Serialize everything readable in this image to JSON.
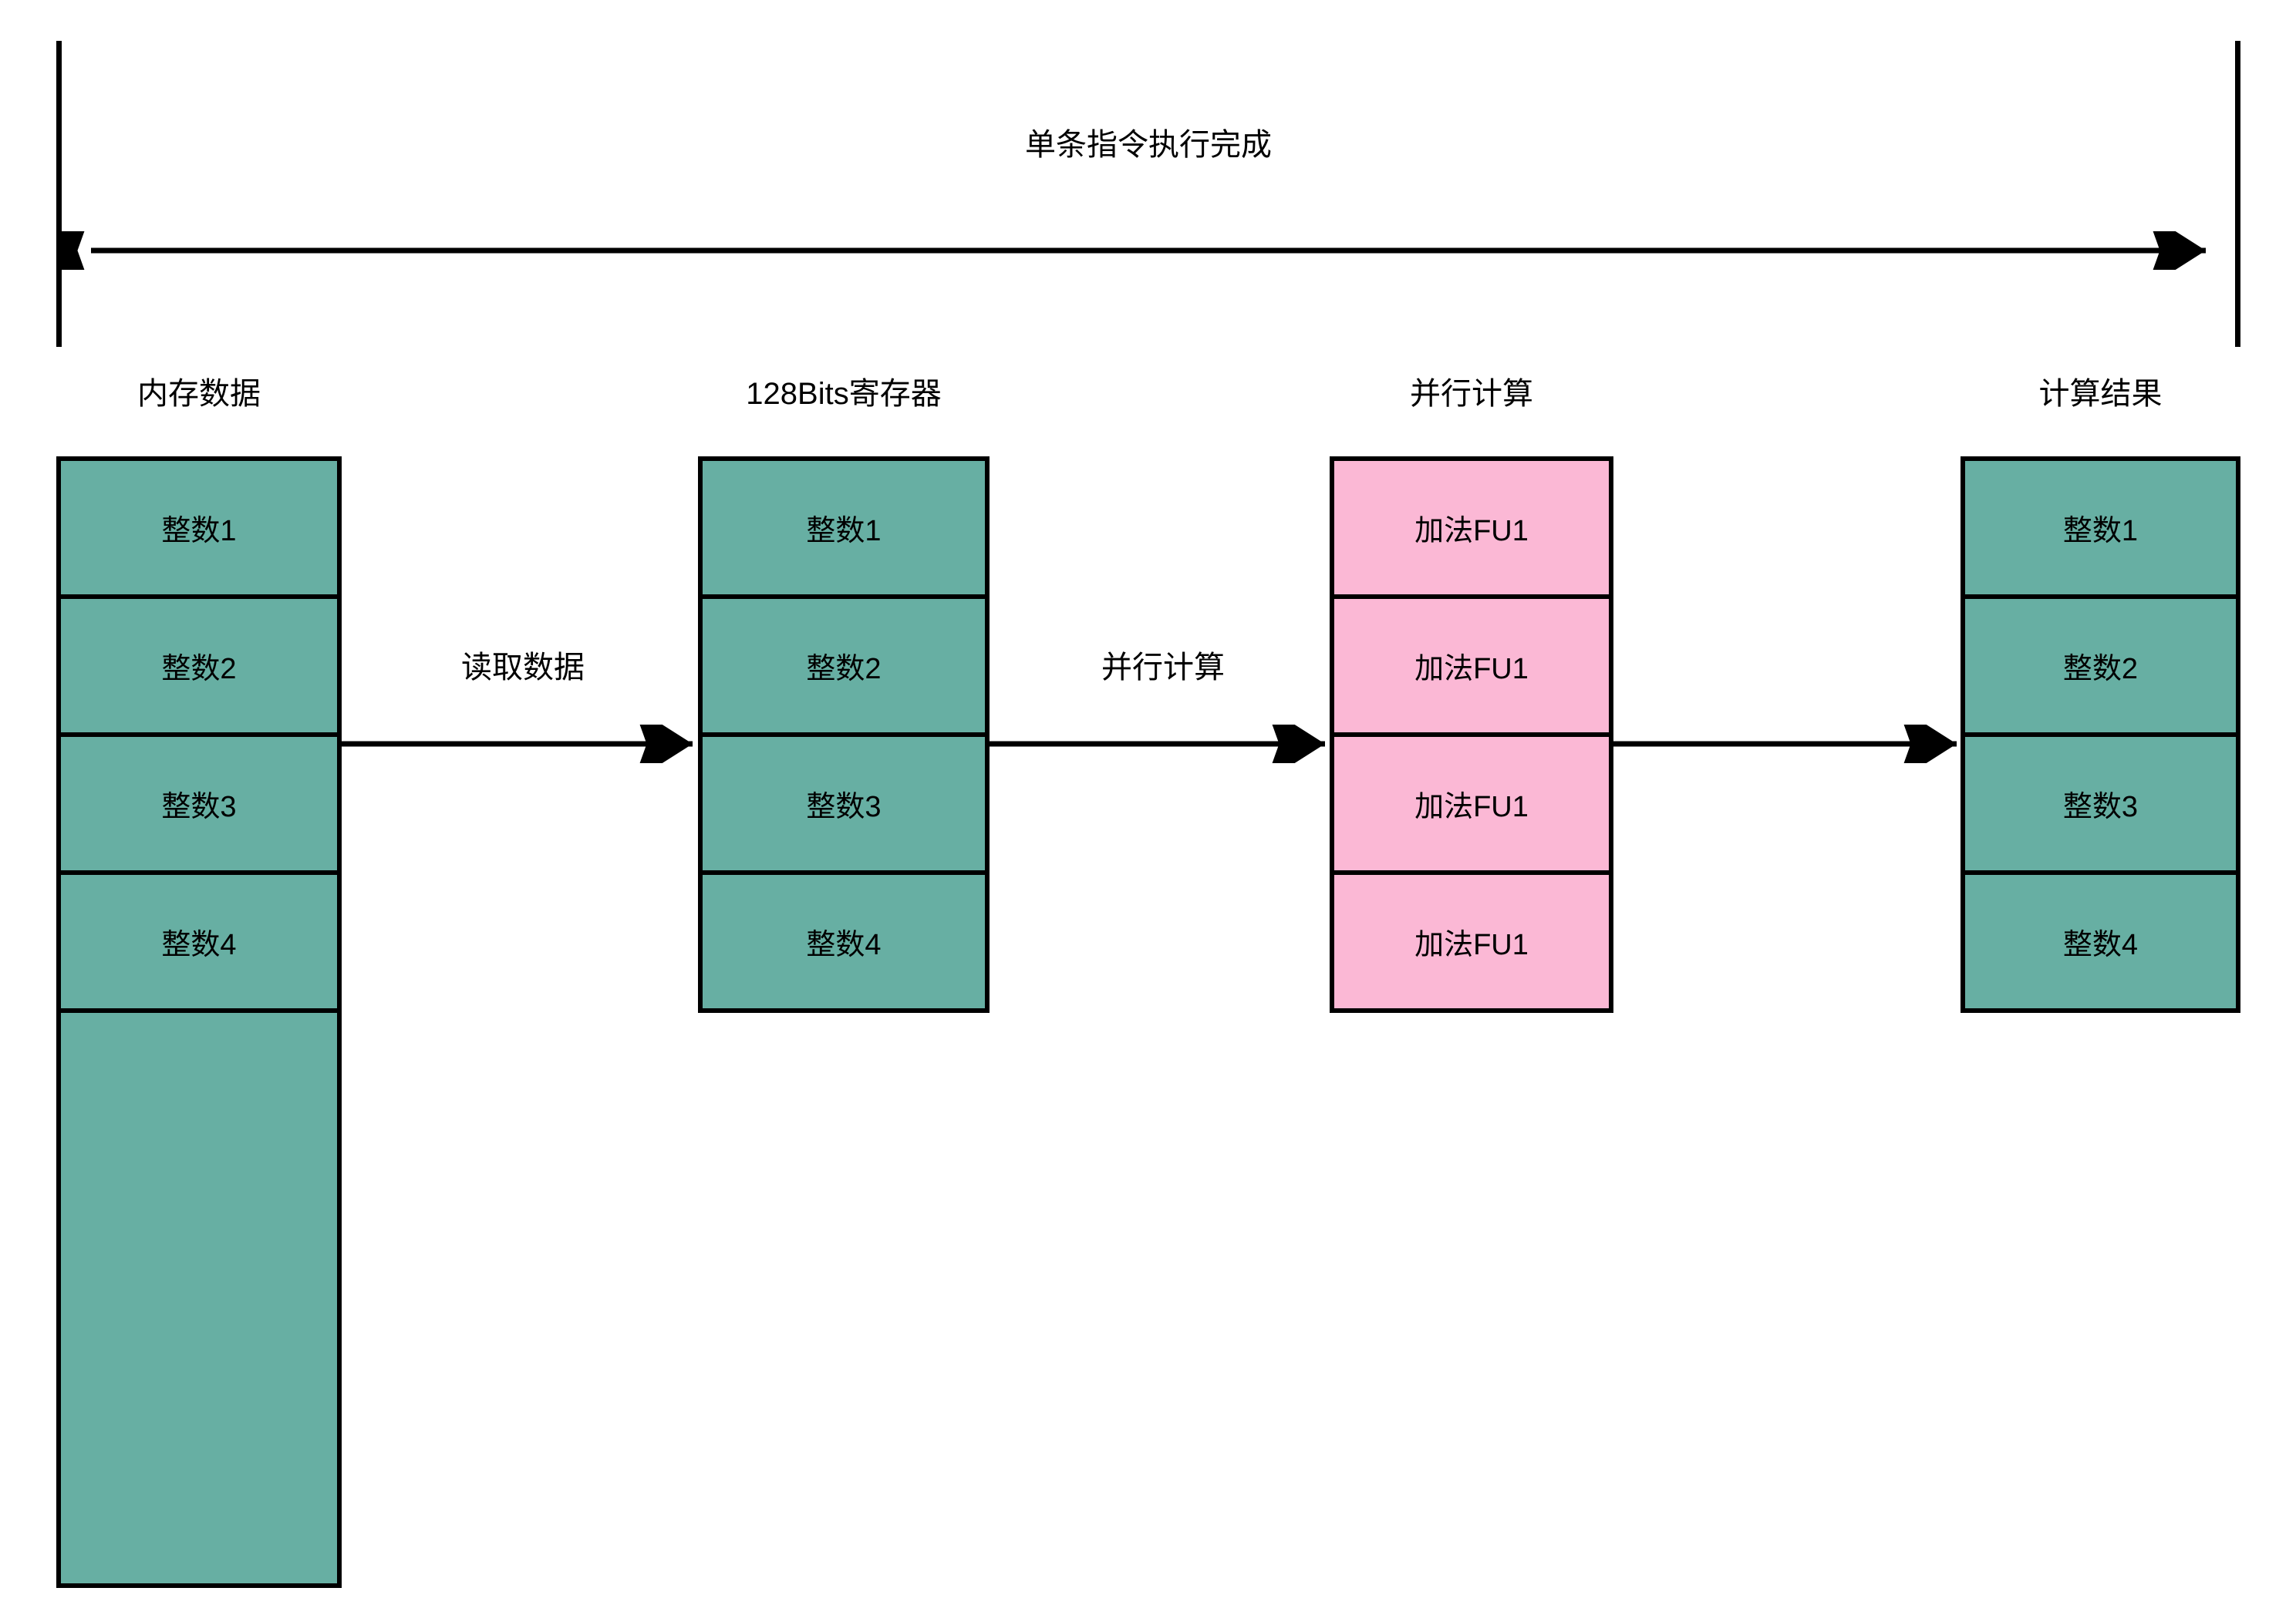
{
  "diagram": {
    "title": "单条指令执行完成",
    "background_color": "#ffffff",
    "line_color": "#000000",
    "green_color": "#67AFA3",
    "pink_color": "#FBB8D5"
  },
  "columns": [
    {
      "header": "内存数据",
      "color": "#67AFA3",
      "cells": [
        {
          "label": "整数1"
        },
        {
          "label": "整数2"
        },
        {
          "label": "整数3"
        },
        {
          "label": "整数4"
        },
        {
          "label": ""
        }
      ]
    },
    {
      "header": "128Bits寄存器",
      "color": "#67AFA3",
      "cells": [
        {
          "label": "整数1"
        },
        {
          "label": "整数2"
        },
        {
          "label": "整数3"
        },
        {
          "label": "整数4"
        }
      ]
    },
    {
      "header": "并行计算",
      "color": "#FBB8D5",
      "cells": [
        {
          "label": "加法FU1"
        },
        {
          "label": "加法FU1"
        },
        {
          "label": "加法FU1"
        },
        {
          "label": "加法FU1"
        }
      ]
    },
    {
      "header": "计算结果",
      "color": "#67AFA3",
      "cells": [
        {
          "label": "整数1"
        },
        {
          "label": "整数2"
        },
        {
          "label": "整数3"
        },
        {
          "label": "整数4"
        }
      ]
    }
  ],
  "flows": [
    {
      "label": "读取数据"
    },
    {
      "label": "并行计算"
    },
    {
      "label": ""
    }
  ]
}
